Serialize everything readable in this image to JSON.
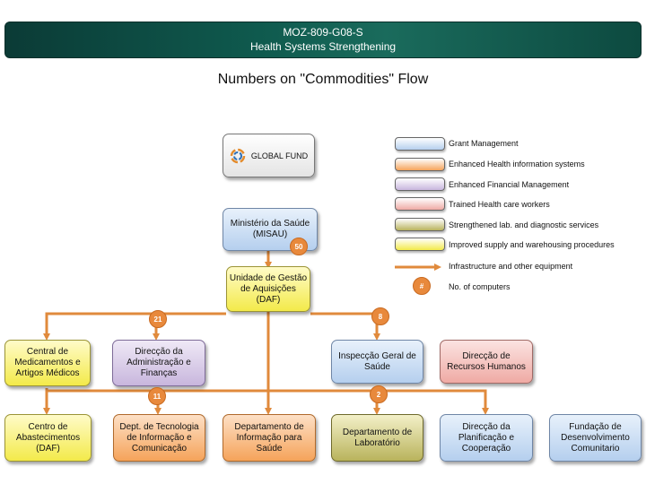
{
  "header": {
    "code": "MOZ-809-G08-S",
    "subtitle": "Health Systems Strengthening"
  },
  "title": "Numbers on \"Commodities\" Flow",
  "colors": {
    "line": "#e08a3c",
    "header_bg": "#0f5a4e"
  },
  "nodes": {
    "global_fund": "GLOBAL FUND",
    "misau": "Ministério da Saúde\n(MISAU)",
    "daf": "Unidade de Gestão\nde Aquisições\n(DAF)",
    "cmam": "Central de\nMedicamentos e\nArtigos Médicos",
    "dafin": "Direcção da\nAdministração e\nFinanças",
    "igs": "Inspecção Geral de\nSaúde",
    "drh": "Direcção de\nRecursos Humanos",
    "cab": "Centro de\nAbastecimentos\n(DAF)",
    "dtic": "Dept. de Tecnologia\nde Informação e\nComunicação",
    "dis": "Departamento de\nInformação para\nSaúde",
    "dlab": "Departamento de\nLaboratório",
    "dpc": "Direcção da\nPlanificação e\nCooperação",
    "fdc": "Fundação de\nDesenvolvimento\nComunitario"
  },
  "badges": {
    "misau": "50",
    "daf_left": "21",
    "daf_right": "8",
    "dafin": "11",
    "igs": "2",
    "legend": "#"
  },
  "legend": [
    {
      "label": "Grant Management",
      "color": "#b5cfee"
    },
    {
      "label": "Enhanced Health information systems",
      "color": "#f5a35a"
    },
    {
      "label": "Enhanced Financial Management",
      "color": "#c8b6dd"
    },
    {
      "label": "Trained Health care workers",
      "color": "#efaaa4"
    },
    {
      "label": "Strengthened lab. and diagnostic services",
      "color": "#b9b35c"
    },
    {
      "label": "Improved supply and warehousing procedures",
      "color": "#f3ea4a"
    }
  ],
  "legend_arrow_label": "Infrastructure and other equipment",
  "legend_badge_label": "No. of computers"
}
